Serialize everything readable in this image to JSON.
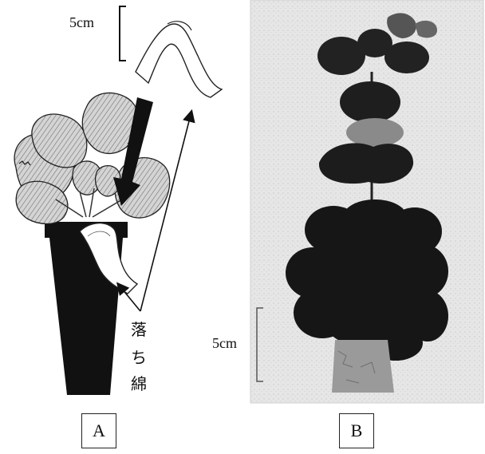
{
  "panels": {
    "a_label": "A",
    "b_label": "B"
  },
  "scale": {
    "a_text": "5cm",
    "b_text": "5cm"
  },
  "annotation": {
    "chars": [
      "落",
      "ち",
      "綿"
    ]
  },
  "colors": {
    "pot": "#111111",
    "leaf_fill": "#c8c8c8",
    "leaf_stroke": "#222222",
    "photo_bg": "#e9e9e9",
    "plant_dark": "#1a1a1a"
  },
  "icons": {
    "arrow": "arrow-icon",
    "bracket": "scale-bracket-icon"
  }
}
